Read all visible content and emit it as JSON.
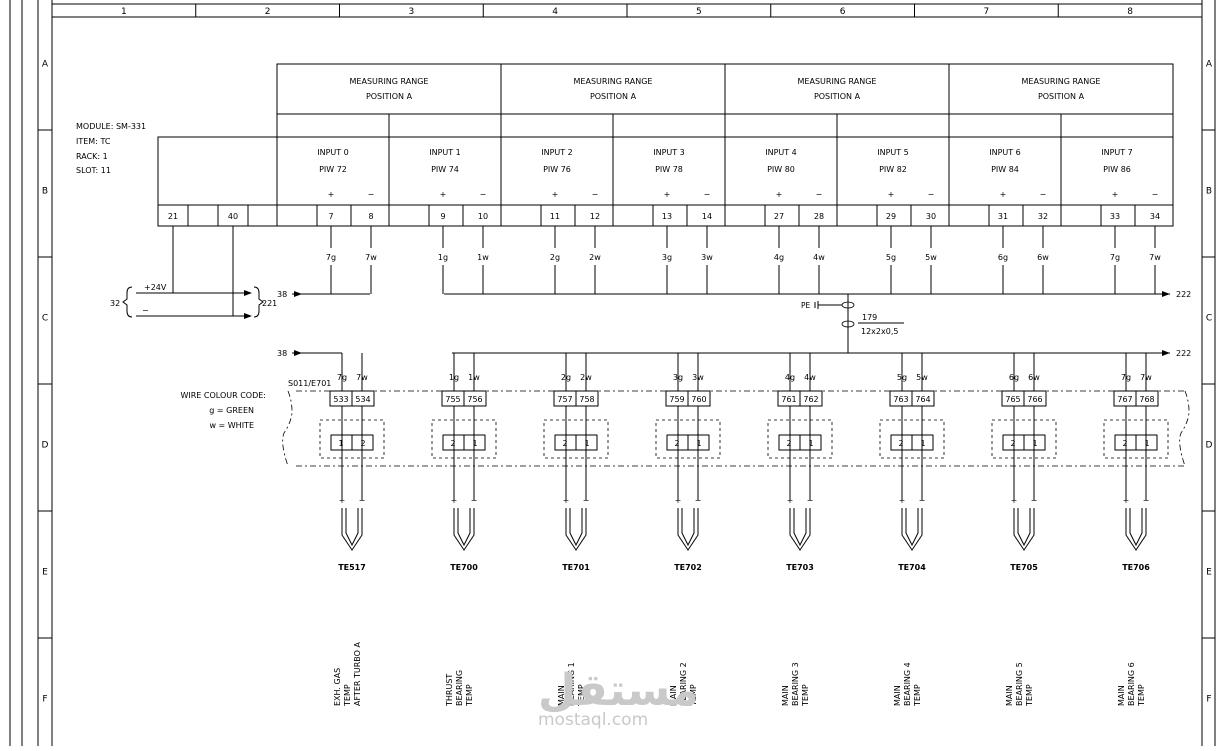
{
  "sheet": {
    "columns": [
      "1",
      "2",
      "3",
      "4",
      "5",
      "6",
      "7",
      "8"
    ],
    "rows": [
      "A",
      "B",
      "C",
      "D",
      "E",
      "F"
    ]
  },
  "module_info": [
    "MODULE: SM-331",
    "ITEM: TC",
    "RACK: 1",
    "SLOT: 11"
  ],
  "range_header": {
    "line1": "MEASURING RANGE",
    "line2": "POSITION A"
  },
  "power_terminals": [
    "21",
    "40"
  ],
  "inputs": [
    {
      "name": "INPUT 0",
      "piw": "PIW 72",
      "t_plus": "7",
      "t_minus": "8",
      "w_plus": "7g",
      "w_minus": "7w",
      "plus": "+",
      "minus": "−"
    },
    {
      "name": "INPUT 1",
      "piw": "PIW 74",
      "t_plus": "9",
      "t_minus": "10",
      "w_plus": "1g",
      "w_minus": "1w",
      "plus": "+",
      "minus": "−"
    },
    {
      "name": "INPUT 2",
      "piw": "PIW 76",
      "t_plus": "11",
      "t_minus": "12",
      "w_plus": "2g",
      "w_minus": "2w",
      "plus": "+",
      "minus": "−"
    },
    {
      "name": "INPUT 3",
      "piw": "PIW 78",
      "t_plus": "13",
      "t_minus": "14",
      "w_plus": "3g",
      "w_minus": "3w",
      "plus": "+",
      "minus": "−"
    },
    {
      "name": "INPUT 4",
      "piw": "PIW 80",
      "t_plus": "27",
      "t_minus": "28",
      "w_plus": "4g",
      "w_minus": "4w",
      "plus": "+",
      "minus": "−"
    },
    {
      "name": "INPUT 5",
      "piw": "PIW 82",
      "t_plus": "29",
      "t_minus": "30",
      "w_plus": "5g",
      "w_minus": "5w",
      "plus": "+",
      "minus": "−"
    },
    {
      "name": "INPUT 6",
      "piw": "PIW 84",
      "t_plus": "31",
      "t_minus": "32",
      "w_plus": "6g",
      "w_minus": "6w",
      "plus": "+",
      "minus": "−"
    },
    {
      "name": "INPUT 7",
      "piw": "PIW 86",
      "t_plus": "33",
      "t_minus": "34",
      "w_plus": "7g",
      "w_minus": "7w",
      "plus": "+",
      "minus": "−"
    }
  ],
  "supply": {
    "ref_left": "32",
    "plus": "+24V",
    "minus": "−",
    "ref_right": "221"
  },
  "bus": {
    "ref_in": "38",
    "ref_out": "222",
    "pe": "PE",
    "cable_no": "179",
    "cable_type": "12x2x0,5"
  },
  "box": {
    "label": "S011/E701"
  },
  "wire_code": {
    "title": "WIRE COLOUR CODE:",
    "g": "g = GREEN",
    "w": "w = WHITE"
  },
  "sensors": [
    {
      "w_plus": "7g",
      "w_minus": "7w",
      "term_a": "533",
      "term_b": "534",
      "pin_a": "1",
      "pin_b": "2",
      "tag": "TE517",
      "desc": [
        "EXH. GAS",
        "TEMP",
        "AFTER TURBO A"
      ]
    },
    {
      "w_plus": "1g",
      "w_minus": "1w",
      "term_a": "755",
      "term_b": "756",
      "pin_a": "2",
      "pin_b": "1",
      "tag": "TE700",
      "desc": [
        "THRUST",
        "BEARING",
        "TEMP"
      ]
    },
    {
      "w_plus": "2g",
      "w_minus": "2w",
      "term_a": "757",
      "term_b": "758",
      "pin_a": "2",
      "pin_b": "1",
      "tag": "TE701",
      "desc": [
        "MAIN",
        "BEARING 1",
        "TEMP"
      ]
    },
    {
      "w_plus": "3g",
      "w_minus": "3w",
      "term_a": "759",
      "term_b": "760",
      "pin_a": "2",
      "pin_b": "1",
      "tag": "TE702",
      "desc": [
        "MAIN",
        "BEARING 2",
        "TEMP"
      ]
    },
    {
      "w_plus": "4g",
      "w_minus": "4w",
      "term_a": "761",
      "term_b": "762",
      "pin_a": "2",
      "pin_b": "1",
      "tag": "TE703",
      "desc": [
        "MAIN",
        "BEARING 3",
        "TEMP"
      ]
    },
    {
      "w_plus": "5g",
      "w_minus": "5w",
      "term_a": "763",
      "term_b": "764",
      "pin_a": "2",
      "pin_b": "1",
      "tag": "TE704",
      "desc": [
        "MAIN",
        "BEARING 4",
        "TEMP"
      ]
    },
    {
      "w_plus": "6g",
      "w_minus": "6w",
      "term_a": "765",
      "term_b": "766",
      "pin_a": "2",
      "pin_b": "1",
      "tag": "TE705",
      "desc": [
        "MAIN",
        "BEARING 5",
        "TEMP"
      ]
    },
    {
      "w_plus": "7g",
      "w_minus": "7w",
      "term_a": "767",
      "term_b": "768",
      "pin_a": "2",
      "pin_b": "1",
      "tag": "TE706",
      "desc": [
        "MAIN",
        "BEARING 6",
        "TEMP"
      ]
    }
  ],
  "watermark": {
    "text": "mostaql.com"
  }
}
